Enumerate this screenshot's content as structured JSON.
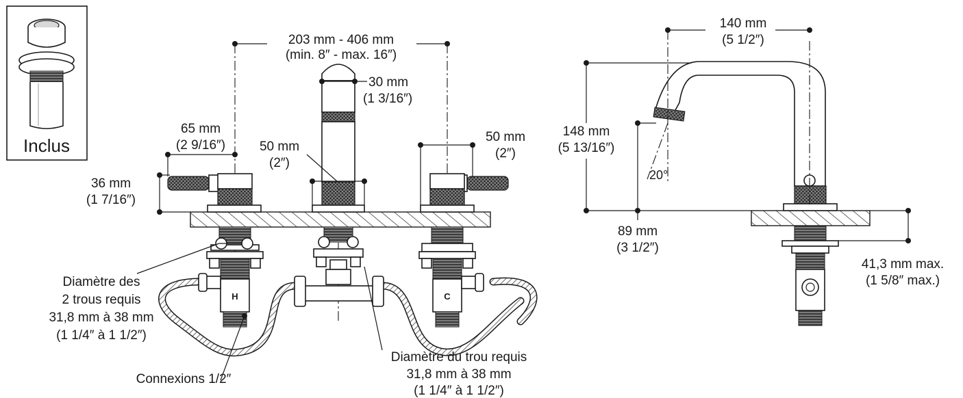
{
  "inset": {
    "label": "Inclus",
    "icon": "drain-plug-icon"
  },
  "front_view": {
    "spread": {
      "metric": "203 mm - 406 mm",
      "imperial": "(min. 8″ - max. 16″)"
    },
    "spout_diameter": {
      "metric": "30 mm",
      "imperial": "(1 3/16″)"
    },
    "handle_length": {
      "metric": "65 mm",
      "imperial": "(2 9/16″)"
    },
    "base_diameter_center": {
      "metric": "50 mm",
      "imperial": "(2″)"
    },
    "base_diameter_right": {
      "metric": "50 mm",
      "imperial": "(2″)"
    },
    "handle_height": {
      "metric": "36 mm",
      "imperial": "(1 7/16″)"
    },
    "side_holes": {
      "line1": "Diamètre des",
      "line2": "2 trous requis",
      "line3": "31,8 mm à 38 mm",
      "line4": "(1 1/4″ à 1 1/2″)"
    },
    "center_hole": {
      "line1": "Diamètre du trou requis",
      "line2": "31,8 mm à 38 mm",
      "line3": "(1 1/4″ à 1 1/2″)"
    },
    "connections": "Connexions 1/2″",
    "hot_marker": "H",
    "cold_marker": "C"
  },
  "side_view": {
    "reach": {
      "metric": "140 mm",
      "imperial": "(5 1/2″)"
    },
    "height": {
      "metric": "148 mm",
      "imperial": "(5 13/16″)"
    },
    "angle": "20°",
    "outlet_height": {
      "metric": "89 mm",
      "imperial": "(3 1/2″)"
    },
    "deck_thickness": {
      "metric": "41,3 mm max.",
      "imperial": "(1 5/8″ max.)"
    }
  }
}
